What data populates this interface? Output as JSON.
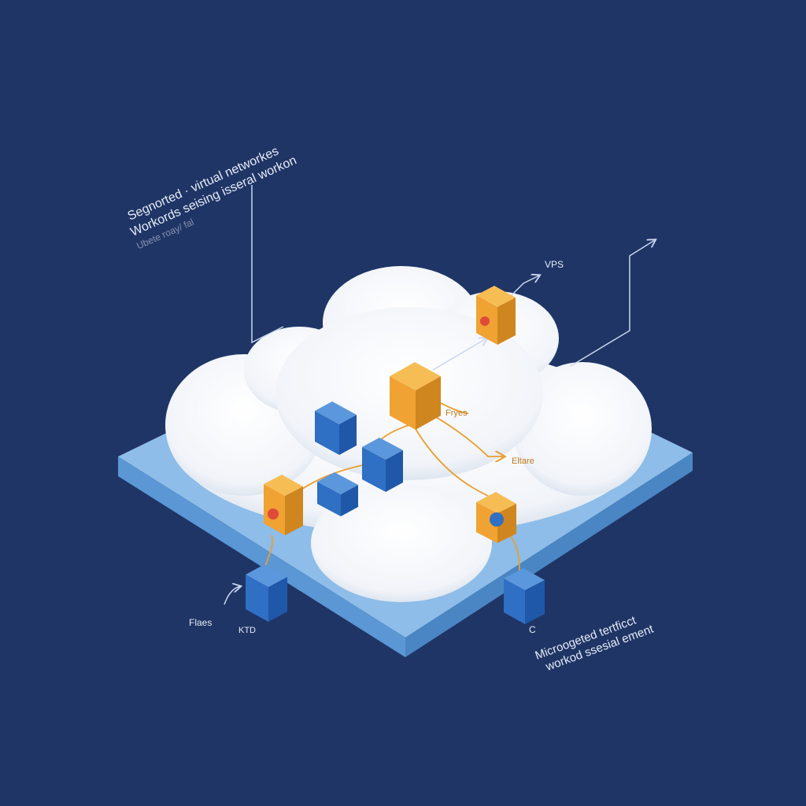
{
  "annotations": {
    "top_left_line1": "Segnorted · virtual networkes",
    "top_left_line2": "Workords seising isseral workon",
    "top_left_line3": "Ubete roay/ fal",
    "vps": "VPS",
    "fryes": "Fryes",
    "eltare": "Eltare",
    "flaes": "Flaes",
    "ktd": "KTD",
    "c": "C",
    "bottom_right_line1": "Microogeted tertficct",
    "bottom_right_line2": "workod ssesial ement"
  },
  "colors": {
    "background": "#1f3566",
    "platform_top": "#8dbde8",
    "platform_side": "#5a97d4",
    "cloud": "#ffffff",
    "orange_node": "#f0a232",
    "blue_node": "#2f6fc4",
    "link": "#e8a030",
    "callout": "#c9d6ee"
  }
}
